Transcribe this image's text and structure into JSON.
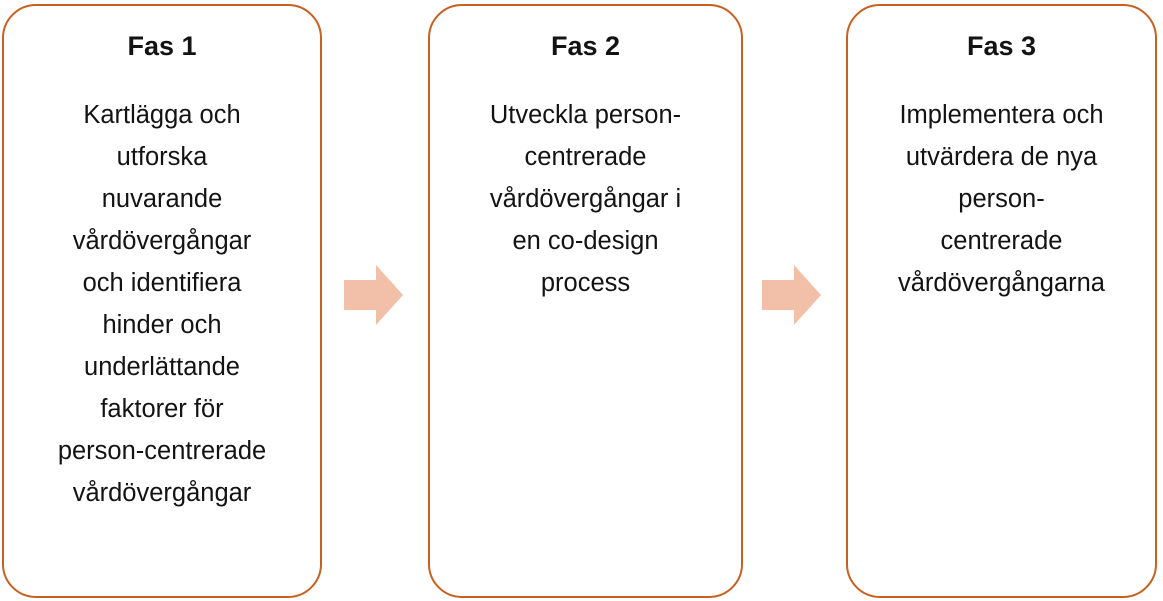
{
  "diagram": {
    "type": "process-flow",
    "orientation": "horizontal",
    "language": "sv",
    "background_color": "#FFFFFF",
    "box_border_color": "#C8601F",
    "box_fill_color": "#FFFFFF",
    "arrow_fill_color": "#F2BFA8",
    "text_color": "#131313",
    "phases": [
      {
        "id": "fas-1",
        "title": "Fas 1",
        "body": "Kartlägga och utforska nuvarande vårdövergångar och identifiera hinder och underlättande faktorer för person-centrerade vårdövergångar",
        "body_lines": [
          "Kartlägga och",
          "utforska",
          "nuvarande",
          "vårdövergångar",
          "och identifiera",
          "hinder och",
          "underlättande",
          "faktorer för",
          "person-centrerade",
          "vårdövergångar"
        ]
      },
      {
        "id": "fas-2",
        "title": "Fas 2",
        "body": "Utveckla person-centrerade vårdövergångar i en co-design process",
        "body_lines": [
          "Utveckla person-",
          "centrerade",
          "vårdövergångar i",
          "en co-design",
          "process"
        ]
      },
      {
        "id": "fas-3",
        "title": "Fas 3",
        "body": "Implementera och utvärdera de nya person-centrerade vårdövergångarna",
        "body_lines": [
          "Implementera och",
          "utvärdera de nya",
          "person-",
          "centrerade",
          "vårdövergångarna"
        ]
      }
    ],
    "connectors": [
      {
        "id": "arrow-1-to-2",
        "icon": "right-arrow-icon",
        "from": "fas-1",
        "to": "fas-2"
      },
      {
        "id": "arrow-2-to-3",
        "icon": "right-arrow-icon",
        "from": "fas-2",
        "to": "fas-3"
      }
    ]
  }
}
